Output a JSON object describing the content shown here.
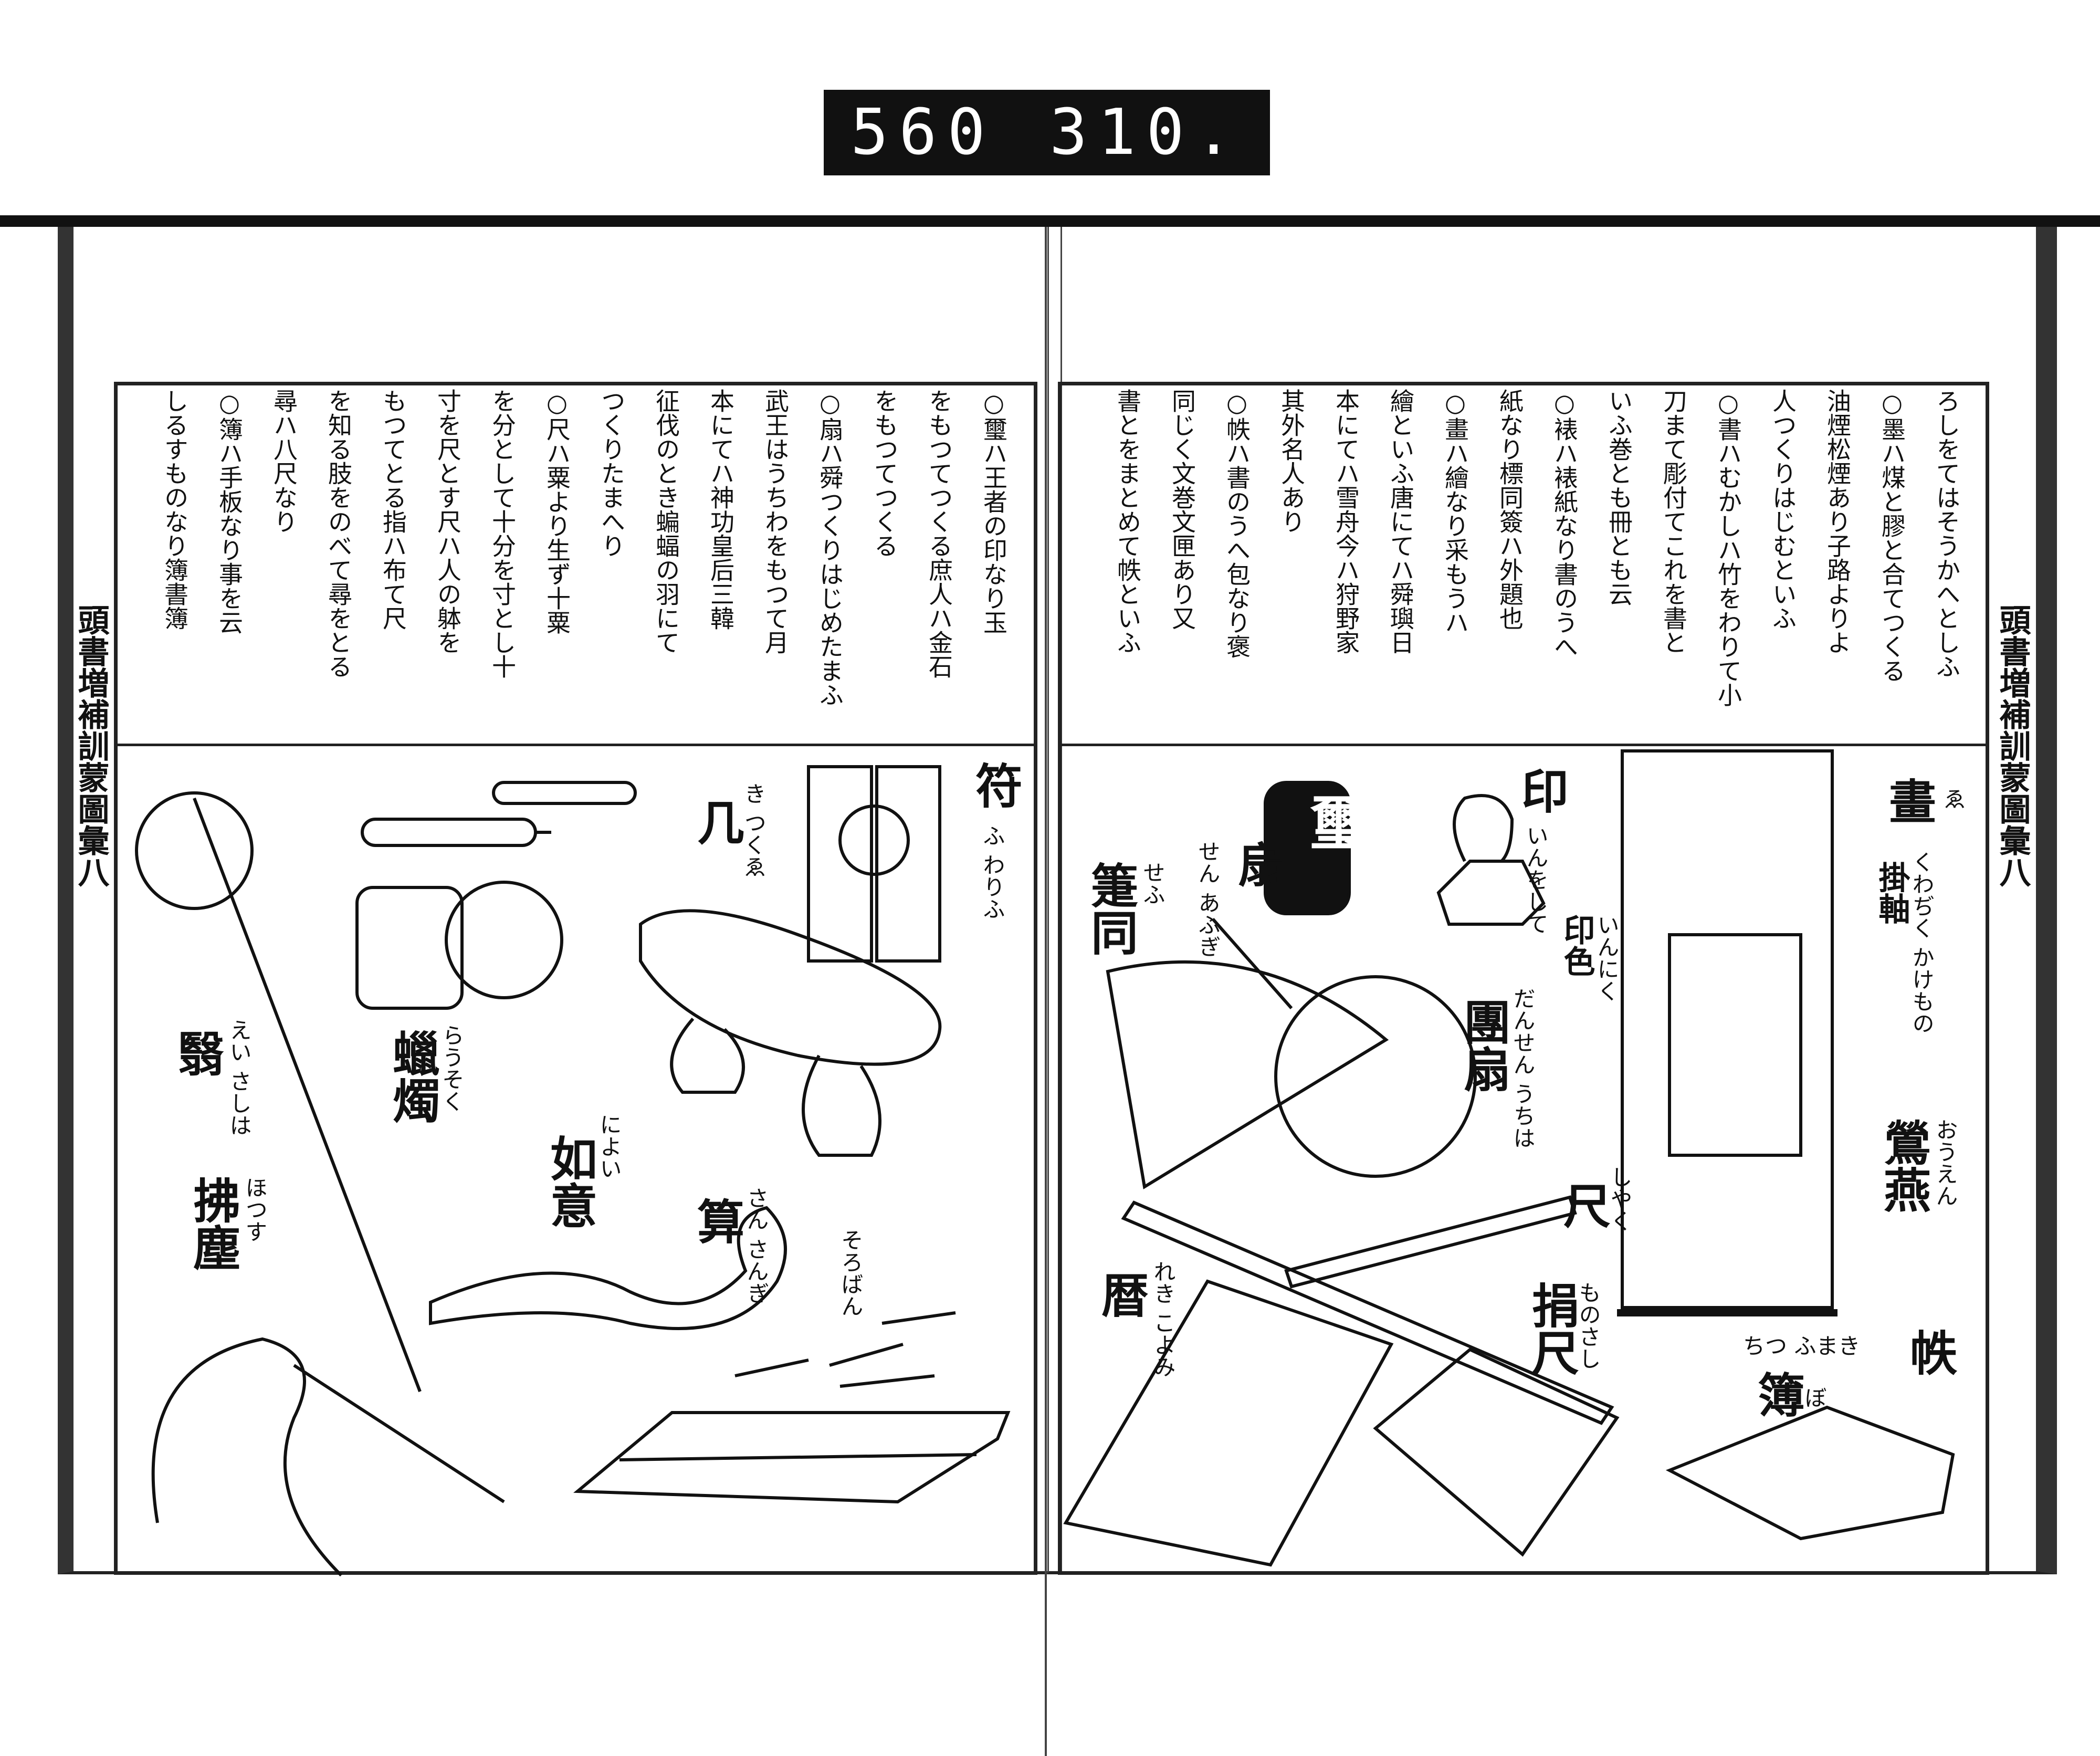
{
  "archive_label": {
    "left_number": "560",
    "right_number": "310."
  },
  "spine_titles": {
    "left": "頭書増補訓蒙圖彙八",
    "right": "頭書増補訓蒙圖彙八"
  },
  "right_page": {
    "columns": [
      "ろしをてはそうかへとしふ",
      "○墨ハ煤と膠と合てつくる",
      "油煙松煙あり子路よりよ",
      "人つくりはじむといふ",
      "○書ハむかしハ竹をわりて小",
      "刀まて彫付てこれを書と",
      "いふ巻とも冊とも云",
      "○裱ハ裱紙なり書のうへ",
      "紙なり標同簽ハ外題也",
      "○畫ハ繪なり采もうハ",
      "繪といふ唐にてハ舜璵日",
      "本にてハ雪舟今ハ狩野家",
      "其外名人あり",
      "○帙ハ書のうへ包なり褒",
      "同じく文巻文匣あり又",
      "書とをまとめて帙といふ"
    ],
    "labels": [
      {
        "kanji": "印",
        "reading": "いんをして"
      },
      {
        "kanji": "印色",
        "reading": "いんにく"
      },
      {
        "kanji": "扇",
        "reading": "せん あふぎ"
      },
      {
        "kanji": "箑同",
        "reading": "せふ"
      },
      {
        "kanji": "團扇",
        "reading": "だんせん うちは"
      },
      {
        "kanji": "畫",
        "reading": "ゑ"
      },
      {
        "kanji": "掛軸",
        "reading": "くわぢく かけもの"
      },
      {
        "kanji": "鶯燕",
        "reading": "おうえん"
      },
      {
        "kanji": "尺",
        "reading": "しやく"
      },
      {
        "kanji": "捐尺",
        "reading": "ものさし"
      },
      {
        "kanji": "暦",
        "reading": "れき こよみ"
      },
      {
        "kanji": "帙",
        "reading": "ちつ ふまき"
      },
      {
        "kanji": "簿",
        "reading": "ぼ"
      }
    ]
  },
  "left_page": {
    "columns": [
      "○璽ハ王者の印なり玉",
      "をもつてつくる庶人ハ金石",
      "をもつてつくる",
      "○扇ハ舜つくりはじめたまふ",
      "武王はうちわをもつて月",
      "本にてハ神功皇后三韓",
      "征伐のとき蝙蝠の羽にて",
      "つくりたまへり",
      "○尺ハ粟より生ず十粟",
      "を分として十分を寸とし十",
      "寸を尺とす尺ハ人の躰を",
      "もつてとる指ハ布て尺",
      "を知る肢をのべて尋をとる",
      "尋ハ八尺なり",
      "○簿ハ手板なり事を云",
      "しるすものなり簿書簿"
    ],
    "labels": [
      {
        "kanji": "符",
        "reading": "ふ わりふ"
      },
      {
        "kanji": "几",
        "reading": "き つくゑ"
      },
      {
        "kanji": "蠟燭",
        "reading": "らうそく"
      },
      {
        "kanji": "如意",
        "reading": "によい"
      },
      {
        "kanji": "翳",
        "reading": "えい さしは"
      },
      {
        "kanji": "拂塵",
        "reading": "ほつす"
      },
      {
        "kanji": "算",
        "reading": "さん さんぎ"
      },
      {
        "kanji": "",
        "reading": "そろばん"
      }
    ]
  },
  "seal_text": "璽"
}
